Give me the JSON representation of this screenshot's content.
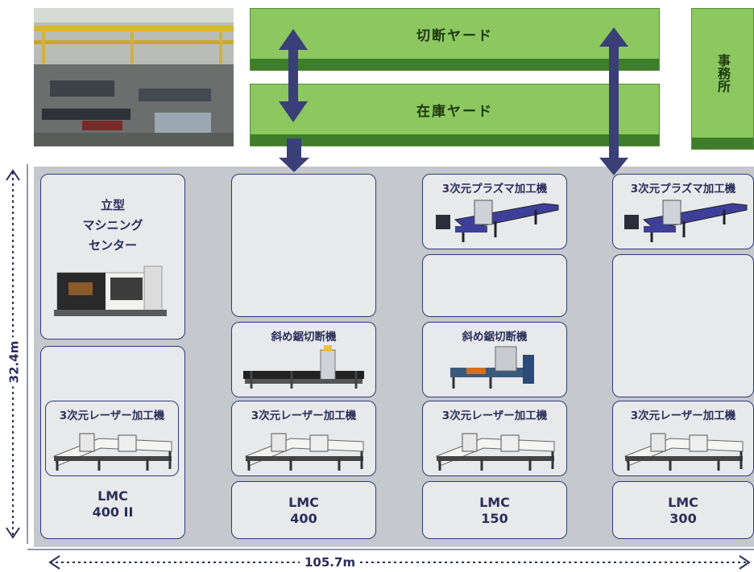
{
  "yards": {
    "cutting": "切断ヤード",
    "stock": "在庫ヤード",
    "office": "事務所"
  },
  "dimensions": {
    "height": "32.4m",
    "width": "105.7m"
  },
  "machines": {
    "vertical_mc": "立型\nマシニング\nセンター",
    "saw": "斜め鋸切断機",
    "plasma": "3次元プラズマ加工機",
    "laser": "3次元レーザー加工機"
  },
  "lmc": [
    "LMC\n400 II",
    "LMC\n400",
    "LMC\n150",
    "LMC\n300"
  ],
  "colors": {
    "yard_green": "#8cc760",
    "yard_shadow": "#3e7e2a",
    "arrow_navy": "#3a3f78",
    "floor_gray": "#c5c8cc",
    "cell_border": "#2f3a78"
  }
}
